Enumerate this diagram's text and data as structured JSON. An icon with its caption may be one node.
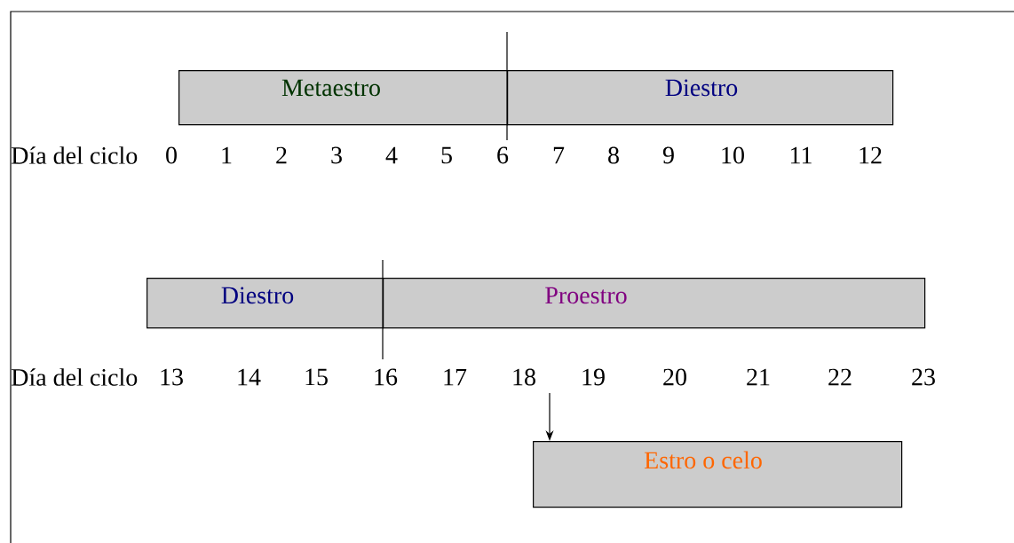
{
  "diagram": {
    "nodes": [
      {
        "text": [
          "Metaestro"
        ]
      },
      {
        "text": [
          "Diestro"
        ]
      },
      {
        "text": [
          "Diestro"
        ]
      },
      {
        "text": [
          "Proestro"
        ]
      },
      {
        "text": [
          "Estro o celo"
        ]
      }
    ],
    "edges": [
      {
        "from": null,
        "to": 4,
        "arrow": "to"
      }
    ],
    "labels": [
      "Día del ciclo",
      "0",
      "1",
      "2",
      "3",
      "4",
      "5",
      "6",
      "7",
      "8",
      "9",
      "10",
      "11",
      "12",
      "Día del ciclo",
      "13",
      "14",
      "15",
      "16",
      "17",
      "18",
      "19",
      "20",
      "21",
      "22",
      "23"
    ]
  }
}
